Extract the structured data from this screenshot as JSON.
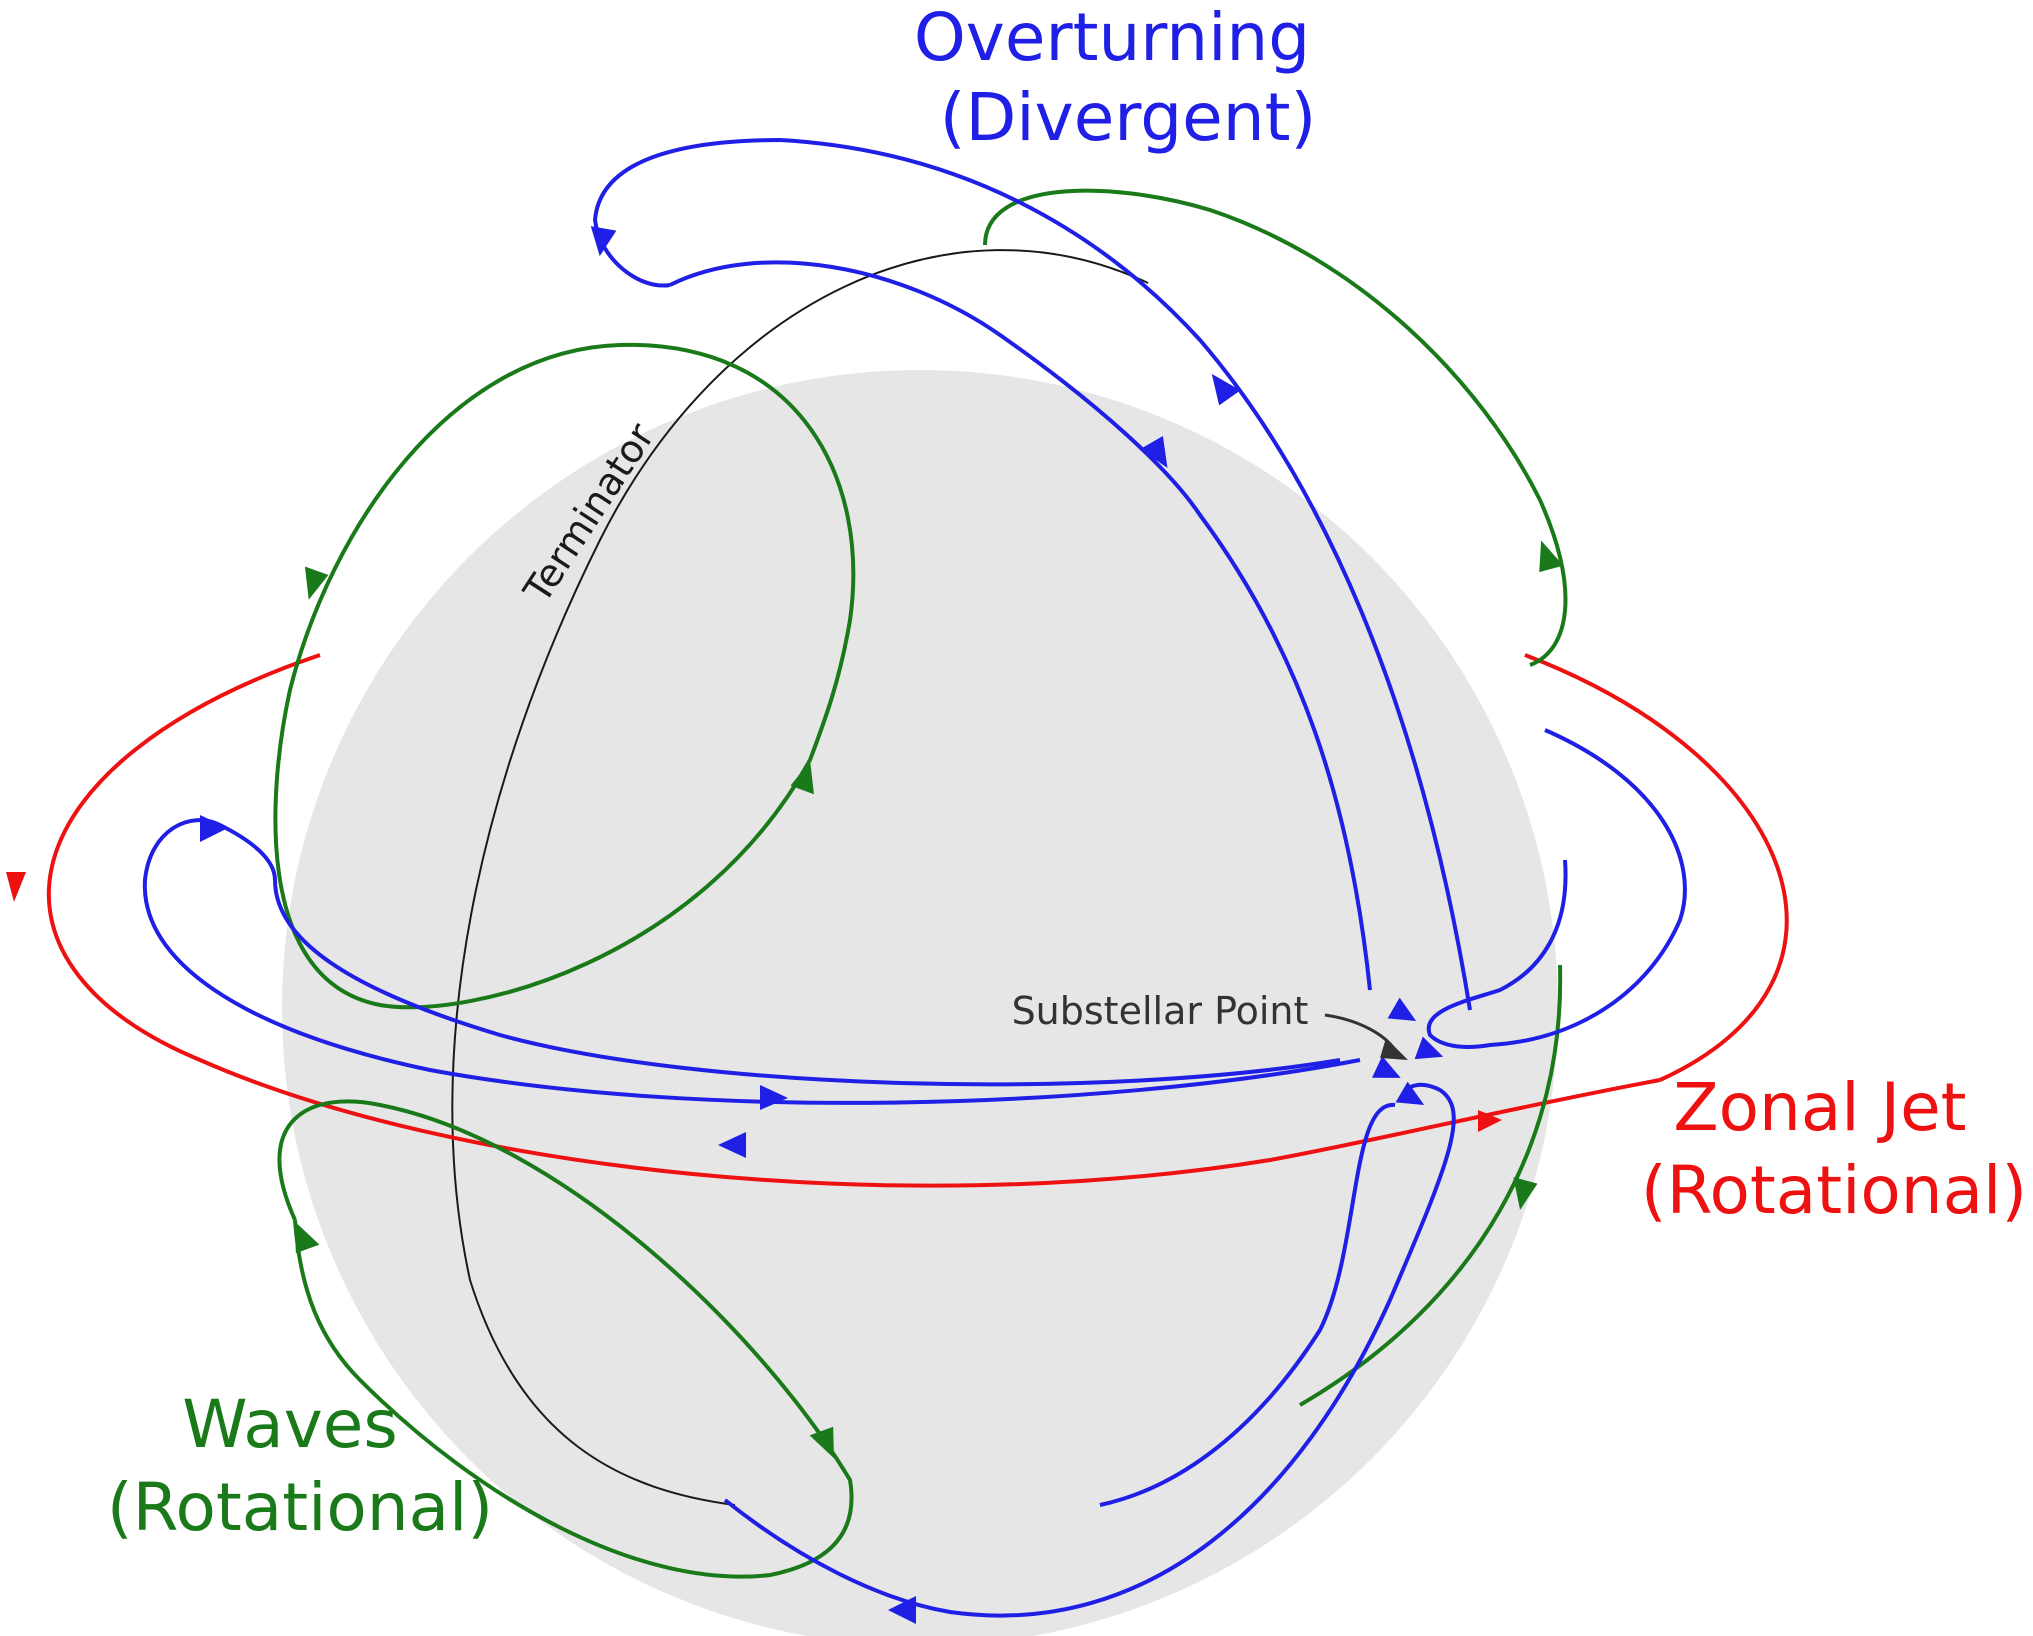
{
  "labels": {
    "overturning_line1": "Overturning",
    "overturning_line2": "(Divergent)",
    "zonal_line1": "Zonal Jet",
    "zonal_line2": "(Rotational)",
    "waves_line1": "Waves",
    "waves_line2": "(Rotational)",
    "terminator": "Terminator",
    "substellar": "Substellar Point"
  },
  "colors": {
    "overturning": "#1f1fe6",
    "zonal_jet": "#ee1111",
    "waves": "#1a7a1a",
    "planet": "#e6e6e7",
    "terminator": "#1a1a1a",
    "pointer": "#333333"
  }
}
